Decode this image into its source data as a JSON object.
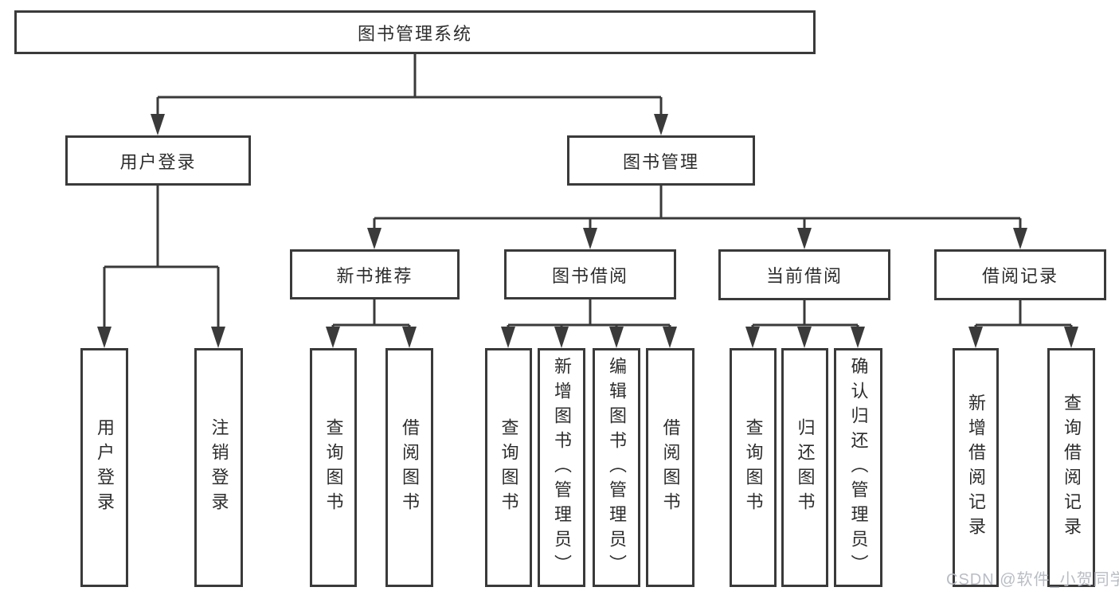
{
  "diagram": {
    "type": "hierarchy-tree",
    "root": {
      "label": "图书管理系统",
      "children": [
        {
          "label": "用户登录",
          "children": [
            {
              "label": "用户登录"
            },
            {
              "label": "注销登录"
            }
          ]
        },
        {
          "label": "图书管理",
          "children": [
            {
              "label": "新书推荐",
              "children": [
                {
                  "label": "查询图书"
                },
                {
                  "label": "借阅图书"
                }
              ]
            },
            {
              "label": "图书借阅",
              "children": [
                {
                  "label": "查询图书"
                },
                {
                  "label": "新增图书（管理员）"
                },
                {
                  "label": "编辑图书（管理员）"
                },
                {
                  "label": "借阅图书"
                }
              ]
            },
            {
              "label": "当前借阅",
              "children": [
                {
                  "label": "查询图书"
                },
                {
                  "label": "归还图书"
                },
                {
                  "label": "确认归还（管理员）"
                }
              ]
            },
            {
              "label": "借阅记录",
              "children": [
                {
                  "label": "新增借阅记录"
                },
                {
                  "label": "查询借阅记录"
                }
              ]
            }
          ]
        }
      ]
    }
  },
  "watermark": {
    "text": "CSDN @软件_小贺同学"
  },
  "colors": {
    "line": "#3a3a3a",
    "text": "#2d2d2d",
    "background": "#ffffff",
    "watermark": "#b9bdc4"
  }
}
